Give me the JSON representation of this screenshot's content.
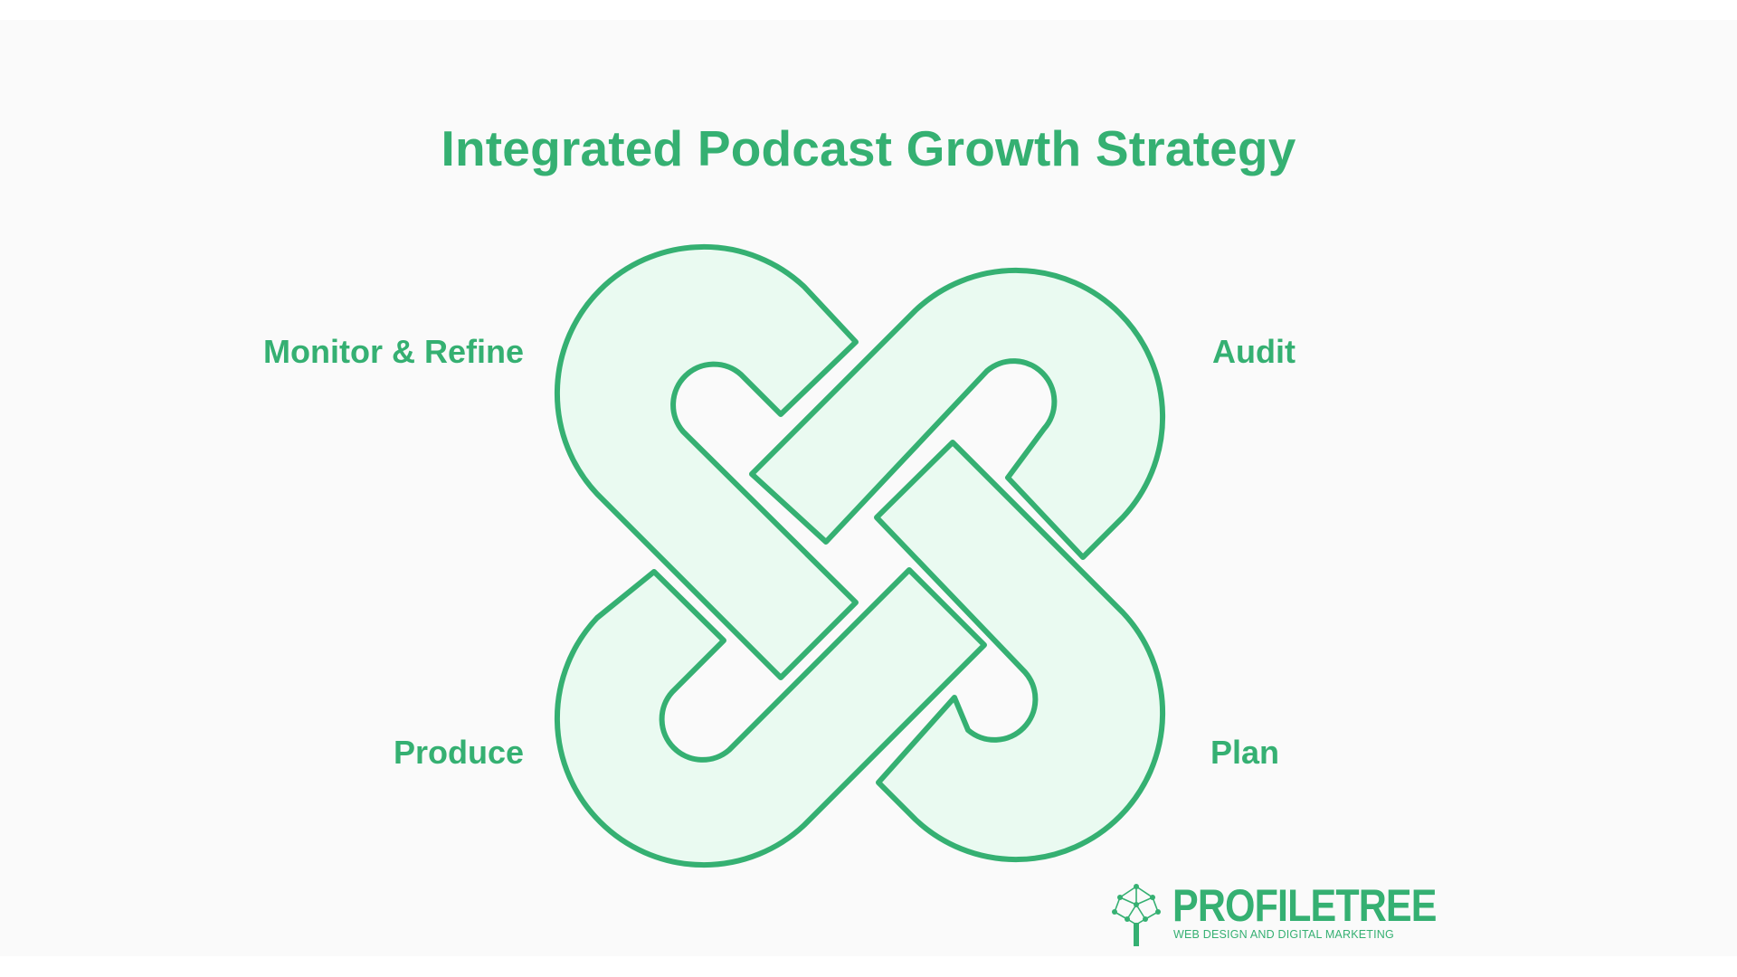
{
  "diagram": {
    "title": "Integrated Podcast Growth Strategy",
    "nodes": [
      {
        "id": "tl",
        "label": "Monitor & Refine"
      },
      {
        "id": "tr",
        "label": "Audit"
      },
      {
        "id": "bl",
        "label": "Produce"
      },
      {
        "id": "br",
        "label": "Plan"
      }
    ]
  },
  "logo": {
    "name": "PROFILETREE",
    "tagline": "WEB DESIGN AND DIGITAL MARKETING"
  },
  "colors": {
    "accent": "#35b072",
    "loop_fill": "#eafaf1",
    "background": "#fafafa"
  },
  "icons": [
    "tree-logo-icon"
  ]
}
